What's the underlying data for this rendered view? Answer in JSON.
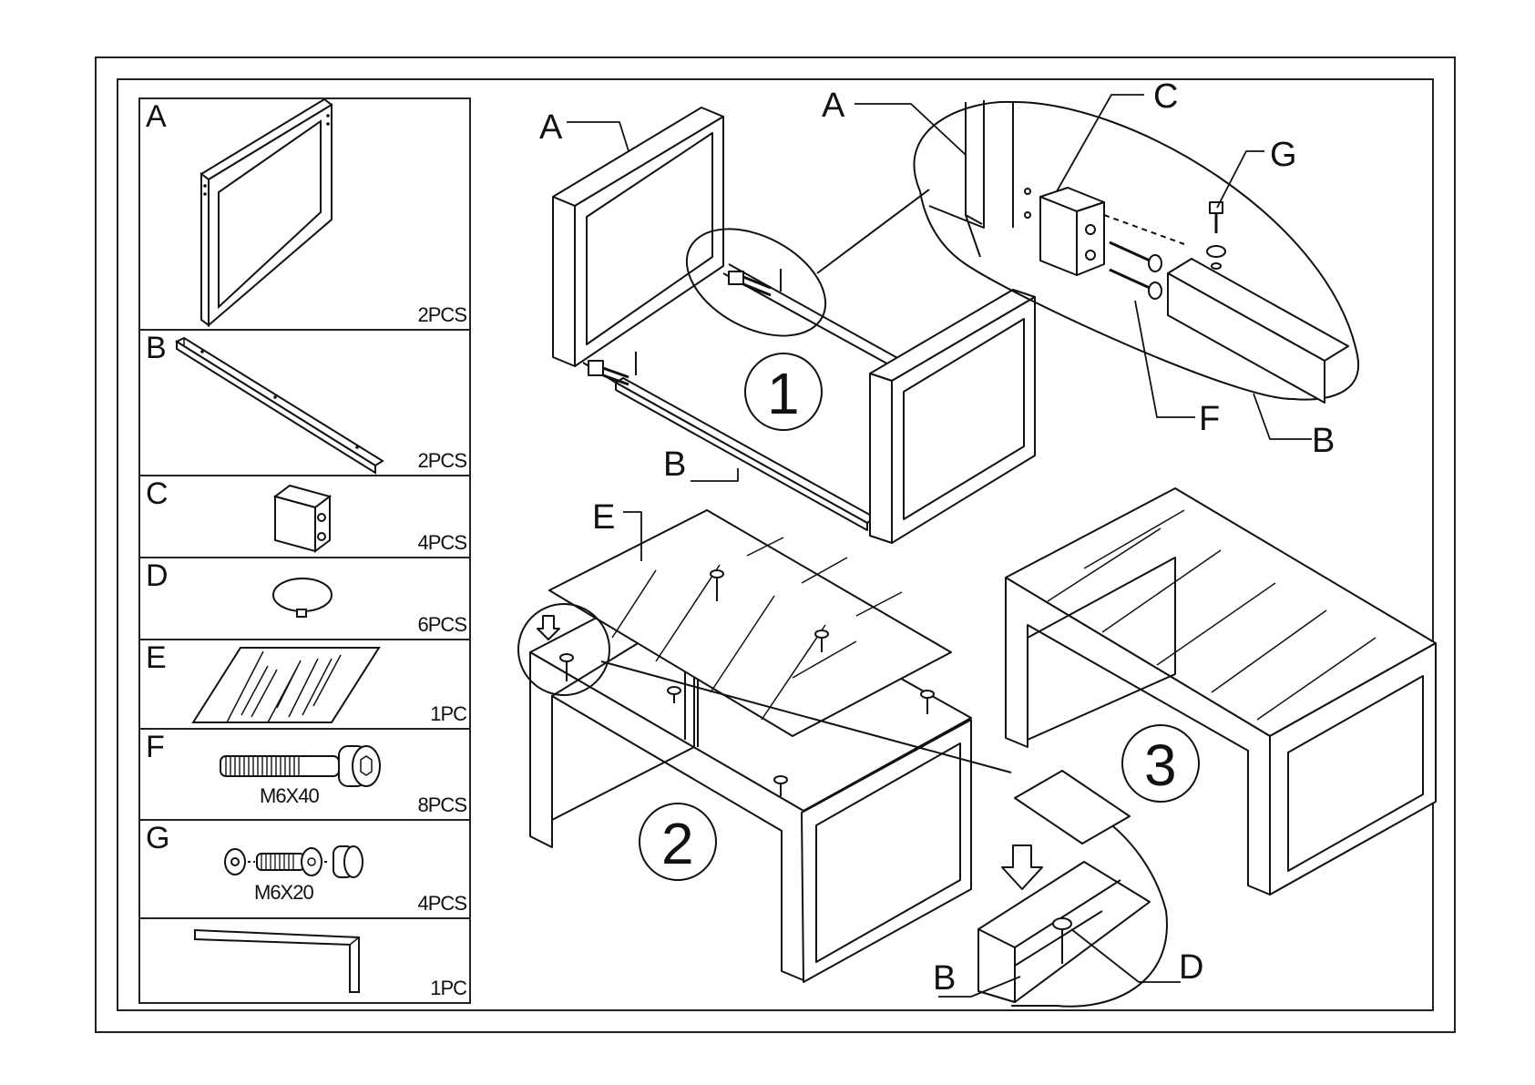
{
  "parts_list": [
    {
      "letter": "A",
      "qty": "2PCS",
      "icon": "frame-leg-icon"
    },
    {
      "letter": "B",
      "qty": "2PCS",
      "icon": "rail-bar-icon"
    },
    {
      "letter": "C",
      "qty": "4PCS",
      "icon": "connector-block-icon"
    },
    {
      "letter": "D",
      "qty": "6PCS",
      "icon": "cap-icon"
    },
    {
      "letter": "E",
      "qty": "1PC",
      "icon": "slat-top-icon"
    },
    {
      "letter": "F",
      "qty": "8PCS",
      "size": "M6X40",
      "icon": "bolt-icon"
    },
    {
      "letter": "G",
      "qty": "4PCS",
      "size": "M6X20",
      "icon": "small-bolt-set-icon"
    },
    {
      "letter": "",
      "qty": "1PC",
      "icon": "allen-key-icon"
    }
  ],
  "callouts": {
    "step1": {
      "number": "1",
      "labels": [
        "A",
        "B"
      ]
    },
    "detail1": {
      "labels": [
        "A",
        "C",
        "G",
        "F",
        "B"
      ]
    },
    "step2": {
      "number": "2",
      "labels": [
        "E"
      ]
    },
    "step3": {
      "number": "3"
    },
    "detail3": {
      "labels": [
        "B",
        "D"
      ]
    }
  }
}
